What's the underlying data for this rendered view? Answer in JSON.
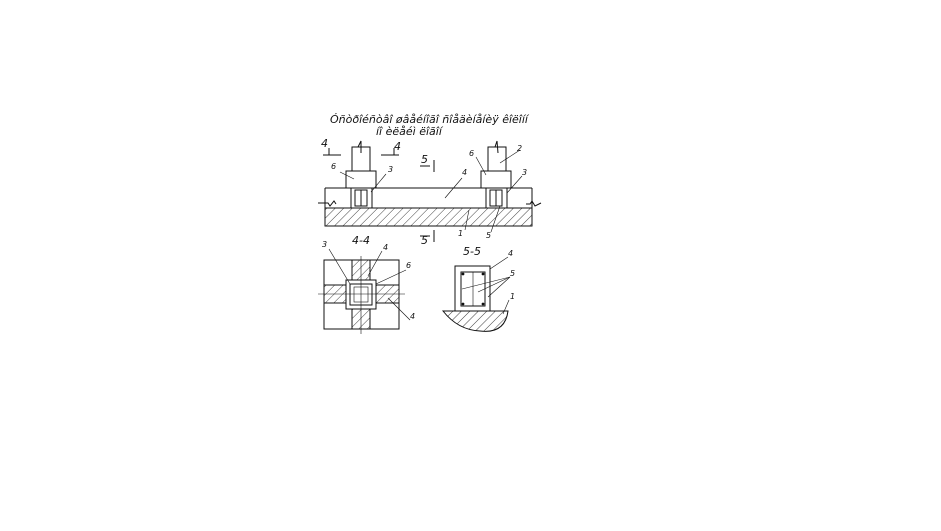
{
  "title": {
    "line1": "Óñòðîéñòâî  øâåéíîãî ñîåäèíåíèÿ êîëîíí",
    "line2": "íî  èëåéì  ëîãîí"
  },
  "section_labels": {
    "a": "4",
    "b": "4",
    "c": "5",
    "d": "5",
    "view_44": "4-4",
    "view_55": "5-5"
  },
  "callouts": {
    "c1": "1",
    "c2": "2",
    "c3": "3",
    "c4": "4",
    "c5": "5",
    "c6": "6"
  },
  "colors": {
    "line": "#111111",
    "background": "#ffffff"
  }
}
